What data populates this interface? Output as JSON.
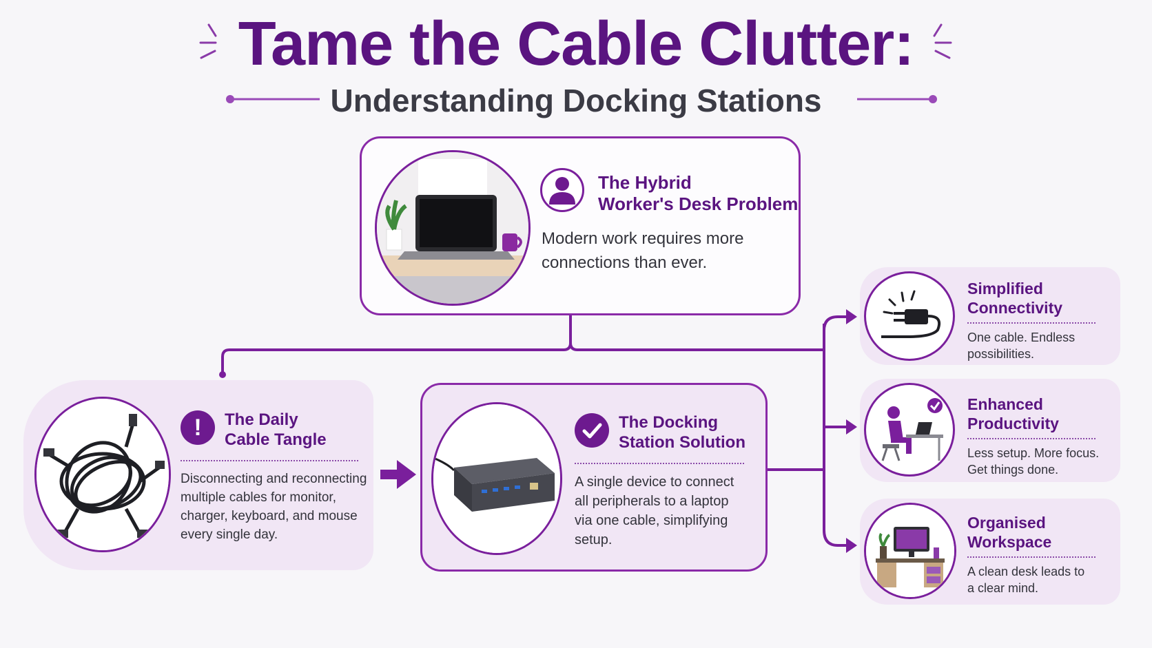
{
  "header": {
    "title": "Tame the Cable Clutter:",
    "subtitle": "Understanding Docking Stations"
  },
  "problem": {
    "title_line1": "The Hybrid",
    "title_line2": "Worker's Desk Problem",
    "body_line1": "Modern work requires more",
    "body_line2": "connections than ever.",
    "icon": "person-icon"
  },
  "tangle": {
    "title_line1": "The Daily",
    "title_line2": "Cable Tangle",
    "body": [
      "Disconnecting and reconnecting",
      "multiple cables for monitor,",
      "charger, keyboard, and mouse",
      "every single day."
    ],
    "icon": "exclamation-icon"
  },
  "solution": {
    "title_line1": "The Docking",
    "title_line2": "Station Solution",
    "body": [
      "A single device to connect",
      "all peripherals to a laptop",
      "via one cable, simplifying",
      "setup."
    ],
    "icon": "checkmark-icon"
  },
  "benefits": [
    {
      "title_line1": "Simplified",
      "title_line2": "Connectivity",
      "body_line1": "One cable. Endless",
      "body_line2": "possibilities.",
      "icon": "plug-icon"
    },
    {
      "title_line1": "Enhanced",
      "title_line2": "Productivity",
      "body_line1": "Less setup. More focus.",
      "body_line2": "Get things done.",
      "icon": "worker-at-desk-icon"
    },
    {
      "title_line1": "Organised",
      "title_line2": "Workspace",
      "body_line1": "A clean desk leads to",
      "body_line2": "a clear mind.",
      "icon": "tidy-desk-icon"
    }
  ],
  "colors": {
    "accent": "#6d1a8f",
    "title": "#5a1480",
    "card_fill": "#f1e6f5",
    "background": "#f7f6f9"
  }
}
